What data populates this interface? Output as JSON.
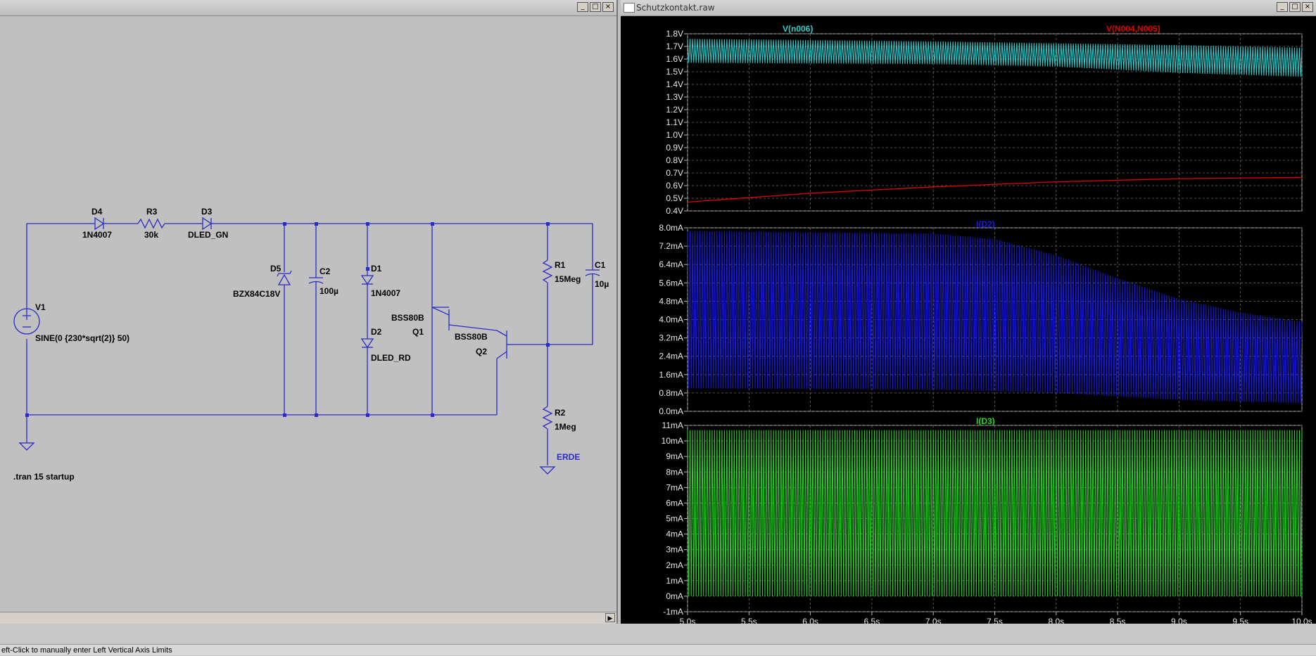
{
  "schematic_window": {
    "title": "",
    "buttons": [
      "_",
      "□",
      "×"
    ]
  },
  "wave_window": {
    "title": "Schutzkontakt.raw",
    "buttons": [
      "_",
      "□",
      "×"
    ]
  },
  "schematic": {
    "labels": {
      "d4": "D4",
      "d4_model": "1N4007",
      "r3": "R3",
      "r3_val": "30k",
      "d3": "D3",
      "d3_model": "DLED_GN",
      "d5": "D5",
      "d5_model": "BZX84C18V",
      "c2": "C2",
      "c2_val": "100µ",
      "d1": "D1",
      "d1_model": "1N4007",
      "d2": "D2",
      "d2_model": "DLED_RD",
      "q1_model": "BSS80B",
      "q1": "Q1",
      "q2_model": "BSS80B",
      "q2": "Q2",
      "r1": "R1",
      "r1_val": "15Meg",
      "c1": "C1",
      "c1_val": "10µ",
      "r2": "R2",
      "r2_val": "1Meg",
      "erde": "ERDE",
      "v1": "V1",
      "v1_val": "SINE(0 {230*sqrt(2)} 50)",
      "tran": ".tran 15 startup"
    }
  },
  "status_text": "eft-Click to manually enter Left Vertical Axis Limits",
  "colors": {
    "wire": "#2b2bc8",
    "cyan": "#2bd0d0",
    "red": "#e00000",
    "blue": "#1a1ae6",
    "green": "#22dd22",
    "plot_bg": "#000000"
  },
  "chart_data": [
    {
      "type": "line",
      "title": "",
      "series": [
        {
          "name": "V(n006)",
          "envelope_upper": [
            [
              5.0,
              1.76
            ],
            [
              7.0,
              1.74
            ],
            [
              9.0,
              1.71
            ],
            [
              10.0,
              1.69
            ]
          ],
          "envelope_lower": [
            [
              5.0,
              1.57
            ],
            [
              7.0,
              1.56
            ],
            [
              8.0,
              1.54
            ],
            [
              9.0,
              1.49
            ],
            [
              10.0,
              1.46
            ]
          ]
        },
        {
          "name": "V(N004,N005)",
          "values": [
            [
              5.0,
              0.47
            ],
            [
              6.0,
              0.54
            ],
            [
              7.0,
              0.59
            ],
            [
              8.0,
              0.63
            ],
            [
              9.0,
              0.655
            ],
            [
              10.0,
              0.665
            ]
          ]
        }
      ],
      "y_ticks": [
        "1.8V",
        "1.7V",
        "1.6V",
        "1.5V",
        "1.4V",
        "1.3V",
        "1.2V",
        "1.1V",
        "1.0V",
        "0.9V",
        "0.8V",
        "0.7V",
        "0.6V",
        "0.5V",
        "0.4V"
      ],
      "ylim": [
        0.4,
        1.8
      ],
      "xlim": [
        5.0,
        10.0
      ],
      "grid": true
    },
    {
      "type": "line",
      "title": "",
      "series": [
        {
          "name": "I(D2)",
          "envelope_upper": [
            [
              5.0,
              7.85
            ],
            [
              7.0,
              7.75
            ],
            [
              7.5,
              7.5
            ],
            [
              8.0,
              6.8
            ],
            [
              8.5,
              5.8
            ],
            [
              9.0,
              4.9
            ],
            [
              9.5,
              4.3
            ],
            [
              10.0,
              3.9
            ]
          ],
          "envelope_lower": [
            [
              5.0,
              1.0
            ],
            [
              7.0,
              0.95
            ],
            [
              8.0,
              0.8
            ],
            [
              9.0,
              0.5
            ],
            [
              10.0,
              0.35
            ]
          ]
        }
      ],
      "y_ticks": [
        "8.0mA",
        "7.2mA",
        "6.4mA",
        "5.6mA",
        "4.8mA",
        "4.0mA",
        "3.2mA",
        "2.4mA",
        "1.6mA",
        "0.8mA",
        "0.0mA"
      ],
      "ylim": [
        0.0,
        8.0
      ],
      "xlim": [
        5.0,
        10.0
      ],
      "grid": true
    },
    {
      "type": "line",
      "title": "",
      "series": [
        {
          "name": "I(D3)",
          "envelope_upper": [
            [
              5.0,
              10.7
            ],
            [
              10.0,
              10.7
            ]
          ],
          "envelope_lower": [
            [
              5.0,
              0.0
            ],
            [
              10.0,
              0.0
            ]
          ]
        }
      ],
      "y_ticks": [
        "11mA",
        "10mA",
        "9mA",
        "8mA",
        "7mA",
        "6mA",
        "5mA",
        "4mA",
        "3mA",
        "2mA",
        "1mA",
        "0mA",
        "-1mA"
      ],
      "ylim": [
        -1,
        11
      ],
      "xlim": [
        5.0,
        10.0
      ],
      "x_ticks": [
        "5.0s",
        "5.5s",
        "6.0s",
        "6.5s",
        "7.0s",
        "7.5s",
        "8.0s",
        "8.5s",
        "9.0s",
        "9.5s",
        "10.0s"
      ],
      "grid": true
    }
  ]
}
